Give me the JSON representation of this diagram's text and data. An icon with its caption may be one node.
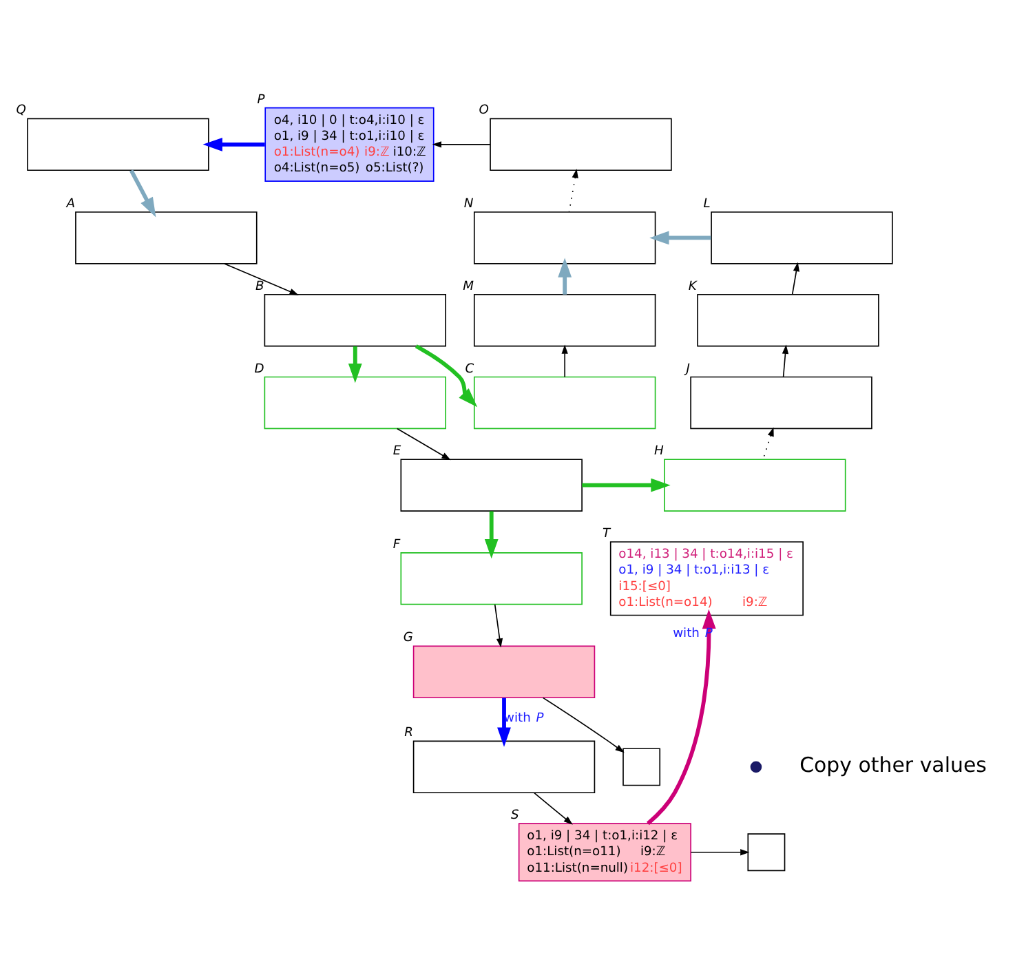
{
  "diagram": {
    "nodes": [
      {
        "text": [],
        "shape": "box",
        "beside": [
          "Q"
        ]
      },
      {
        "text": [
          "o4, i10 | 0 | t:o4,i:i10 | ε",
          "o1, i9 | 34 | t:o1,i:i10 | ε",
          "o1:List(n=o4)",
          "i9:ℤ",
          "i10:ℤ",
          "o4:List(n=o5)",
          "o5:List(?)"
        ],
        "beside": [
          "P"
        ]
      },
      {
        "text": [],
        "shape": "box",
        "beside": [
          "O"
        ]
      },
      {
        "text": [],
        "shape": "box",
        "beside": [
          "A"
        ]
      },
      {
        "text": [],
        "shape": "box",
        "beside": [
          "N"
        ]
      },
      {
        "text": [],
        "shape": "box",
        "beside": [
          "L"
        ]
      },
      {
        "text": [],
        "shape": "box",
        "beside": [
          "B"
        ]
      },
      {
        "text": [],
        "shape": "box",
        "beside": [
          "M"
        ]
      },
      {
        "text": [],
        "shape": "box",
        "beside": [
          "K"
        ]
      },
      {
        "text": [],
        "shape": "box",
        "beside": [
          "D"
        ]
      },
      {
        "text": [],
        "shape": "box",
        "beside": [
          "C"
        ]
      },
      {
        "text": [],
        "shape": "box",
        "beside": [
          "J"
        ]
      },
      {
        "text": [],
        "shape": "box",
        "beside": [
          "E"
        ]
      },
      {
        "text": [],
        "shape": "box",
        "beside": [
          "H"
        ]
      },
      {
        "text": [],
        "shape": "box",
        "beside": [
          "F"
        ]
      },
      {
        "text": [
          "o14, i13 | 34 | t:o14,i:i15 | ε",
          "o1, i9 | 34 | t:o1,i:i13 | ε",
          "i15:[≤0]",
          "o1:List(n=o14)",
          "i9:ℤ"
        ],
        "beside": [
          "T"
        ]
      },
      {
        "text": [],
        "shape": "box",
        "beside": [
          "G"
        ]
      },
      {
        "text": [],
        "shape": "box"
      },
      {
        "text": [],
        "shape": "box",
        "beside": [
          "R"
        ]
      },
      {
        "text": [
          "o1, i9 | 34 | t:o1,i:i12 | ε",
          "o1:List(n=o11)",
          "i9:ℤ",
          "o11:List(n=null)",
          "i12:[≤0]"
        ],
        "beside": [
          "S"
        ]
      },
      {
        "text": [],
        "shape": "box"
      }
    ],
    "edges": [
      {
        "from": 1,
        "to": 0,
        "arrow": "to",
        "style": "thick",
        "color": "#0000ff"
      },
      {
        "from": 2,
        "to": 1,
        "arrow": "to"
      },
      {
        "from": 0,
        "to": 3,
        "arrow": "to",
        "style": "thick",
        "color": "#7fa9bf"
      },
      {
        "from": 3,
        "to": 6,
        "arrow": "to"
      },
      {
        "from": 4,
        "to": 2,
        "arrow": "to",
        "style": "dashed"
      },
      {
        "from": 5,
        "to": 4,
        "arrow": "to",
        "style": "thick",
        "color": "#7fa9bf"
      },
      {
        "from": 7,
        "to": 4,
        "arrow": "to",
        "style": "thick",
        "color": "#7fa9bf"
      },
      {
        "from": 8,
        "to": 5,
        "arrow": "to"
      },
      {
        "from": 6,
        "to": 9,
        "arrow": "to",
        "style": "thick",
        "color": "#22c022"
      },
      {
        "from": 6,
        "to": 10,
        "arrow": "to",
        "style": "thick",
        "color": "#22c022"
      },
      {
        "from": 10,
        "to": 7,
        "arrow": "to"
      },
      {
        "from": 11,
        "to": 8,
        "arrow": "to"
      },
      {
        "from": 9,
        "to": 12,
        "arrow": "to"
      },
      {
        "from": 12,
        "to": 14,
        "arrow": "to",
        "style": "thick",
        "color": "#22c022"
      },
      {
        "from": 12,
        "to": 13,
        "arrow": "to",
        "style": "thick",
        "color": "#22c022"
      },
      {
        "from": 13,
        "to": 11,
        "arrow": "to",
        "style": "dashed"
      },
      {
        "from": 14,
        "to": 16,
        "arrow": "to"
      },
      {
        "from": 16,
        "to": 17,
        "arrow": "to"
      },
      {
        "from": 19,
        "to": 15,
        "arrow": "to",
        "style": "thick",
        "color": "#cc0077",
        "label": "with *P*"
      },
      {
        "from": 16,
        "to": 18,
        "arrow": "to",
        "style": "thick",
        "color": "#0000ff",
        "label": "with *P*"
      },
      {
        "from": 18,
        "to": 19,
        "arrow": "to"
      },
      {
        "from": 19,
        "to": 20,
        "arrow": "to"
      }
    ],
    "labels": [
      "Copy other values"
    ]
  }
}
